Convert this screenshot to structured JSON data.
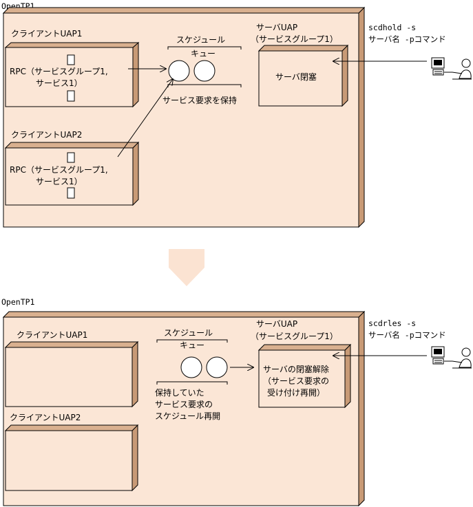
{
  "top": {
    "container_label": "OpenTP1",
    "client1_label": "クライアントUAP1",
    "client1_rpc_line1": "RPC（サービスグループ1,",
    "client1_rpc_line2": "サービス1）",
    "client2_label": "クライアントUAP2",
    "client2_rpc_line1": "RPC（サービスグループ1,",
    "client2_rpc_line2": "サービス1）",
    "queue_label_line1": "スケジュール",
    "queue_label_line2": "キュー",
    "queue_caption": "サービス要求を保持",
    "server_title_line1": "サーバUAP",
    "server_title_line2": "（サービスグループ1）",
    "server_box_text": "サーバ閉塞",
    "command_line1": "scdhold -s",
    "command_line2": "サーバ名 -pコマンド"
  },
  "bottom": {
    "container_label": "OpenTP1",
    "client1_label": "クライアントUAP1",
    "client2_label": "クライアントUAP2",
    "queue_label_line1": "スケジュール",
    "queue_label_line2": "キュー",
    "queue_caption_line1": "保持していた",
    "queue_caption_line2": "サービス要求の",
    "queue_caption_line3": "スケジュール再開",
    "server_title_line1": "サーバUAP",
    "server_title_line2": "（サービスグループ1）",
    "server_box_line1": "サーバの閉塞解除",
    "server_box_line2": "（サービス要求の",
    "server_box_line3": "受け付け再開）",
    "command_line1": "scdrles -s",
    "command_line2": "サーバ名 -pコマンド"
  },
  "colors": {
    "box_fill": "#fbe6d6",
    "box_side": "#c89a76",
    "arrow_fill": "#fbe3d2",
    "line": "#000000"
  }
}
